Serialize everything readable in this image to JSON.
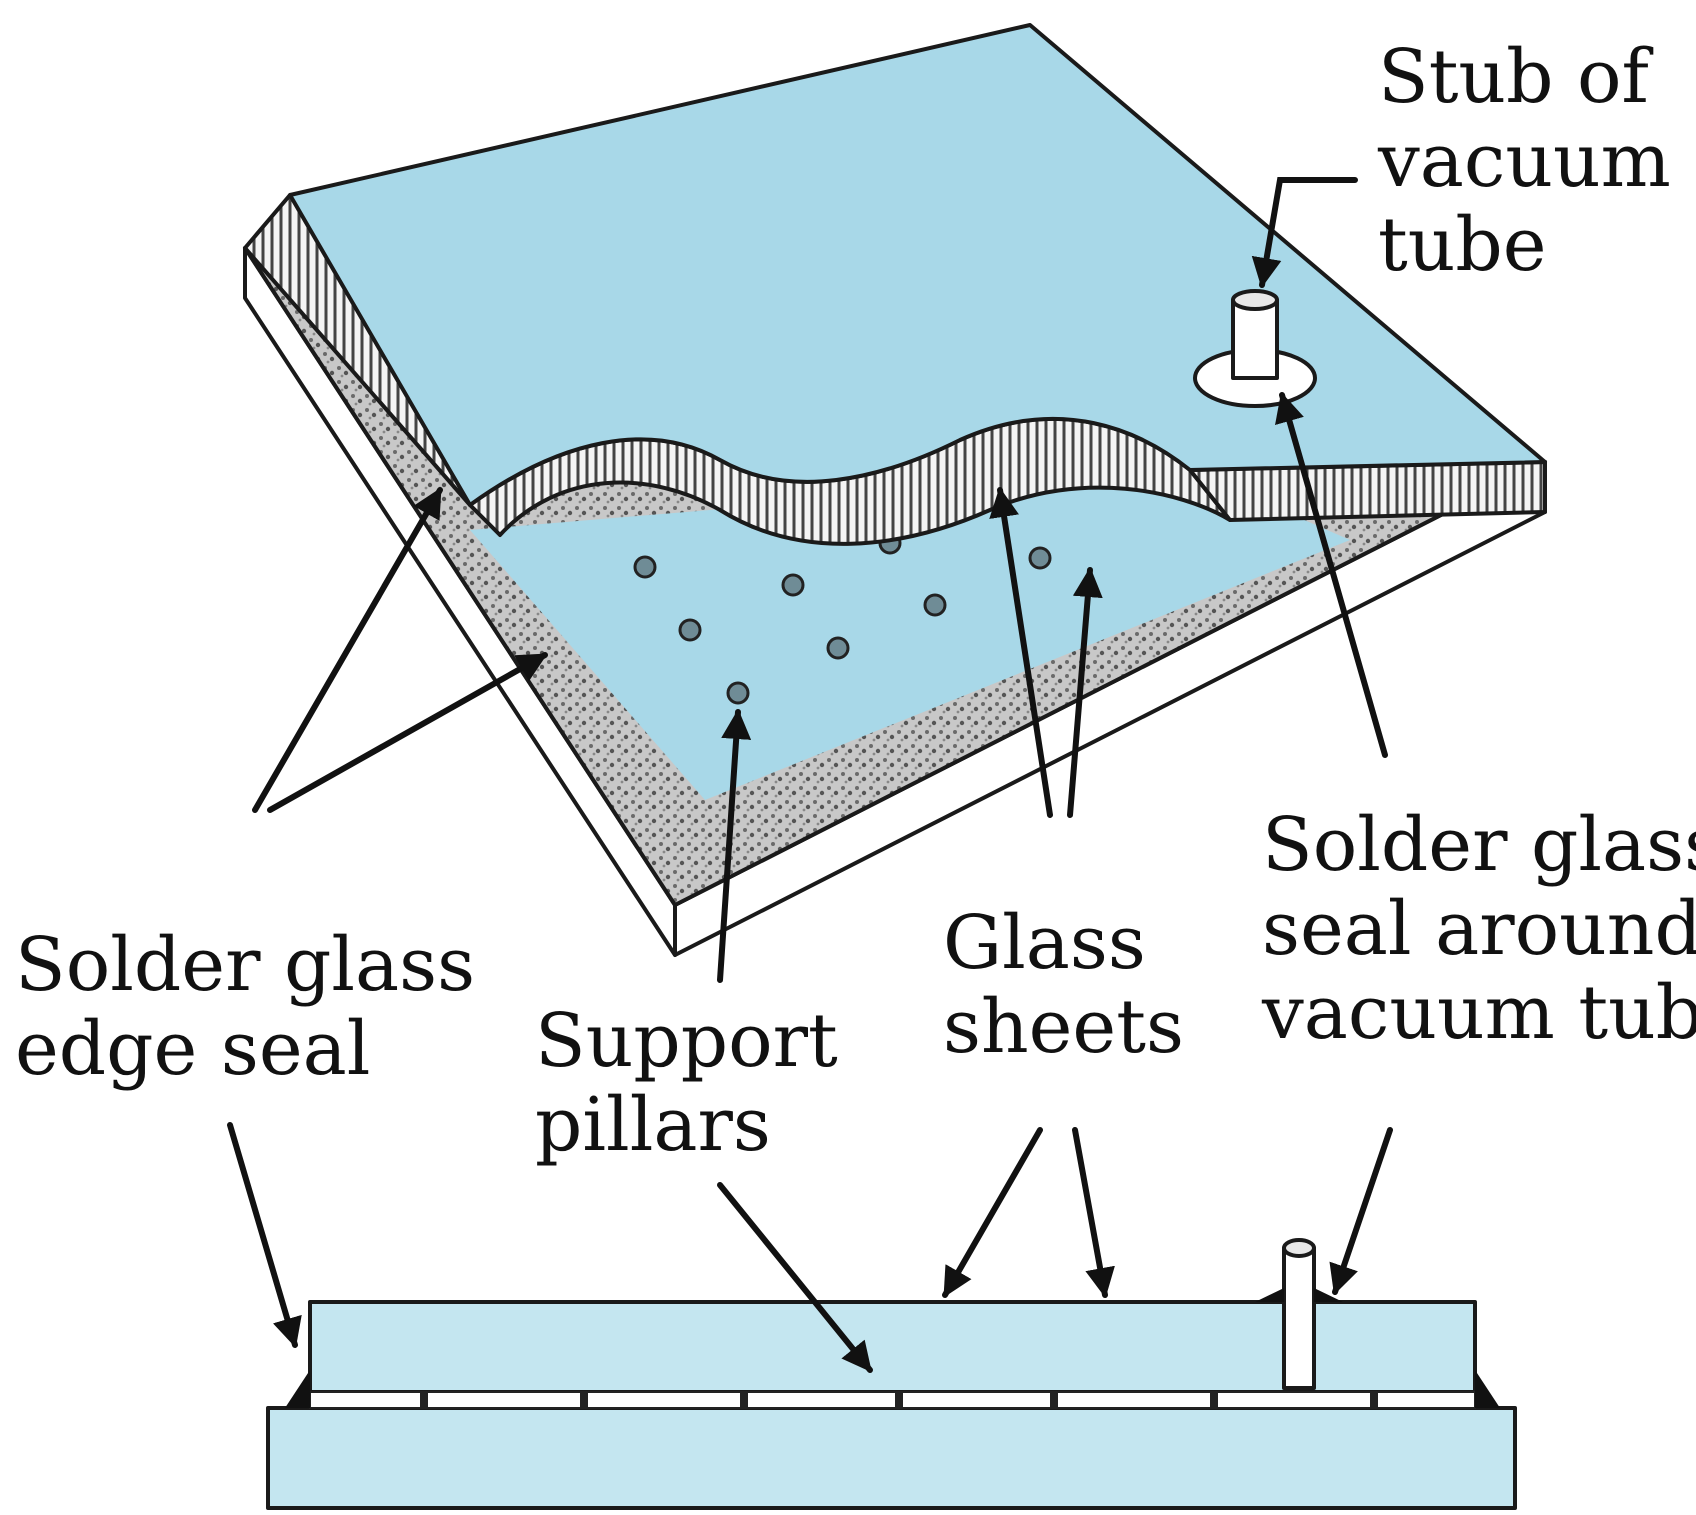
{
  "labels": {
    "stub": [
      "Stub of",
      "vacuum",
      "tube"
    ],
    "edge_seal": [
      "Solder glass",
      "edge seal"
    ],
    "pillars": [
      "Support",
      "pillars"
    ],
    "sheets": [
      "Glass",
      "sheets"
    ],
    "tube_seal": [
      "Solder glass",
      "seal around",
      "vacuum tube"
    ]
  },
  "colors": {
    "glass": "#a8d8e8",
    "glass_light": "#c4e6f0",
    "seal": "#8a8a8a",
    "ink": "#111111"
  }
}
